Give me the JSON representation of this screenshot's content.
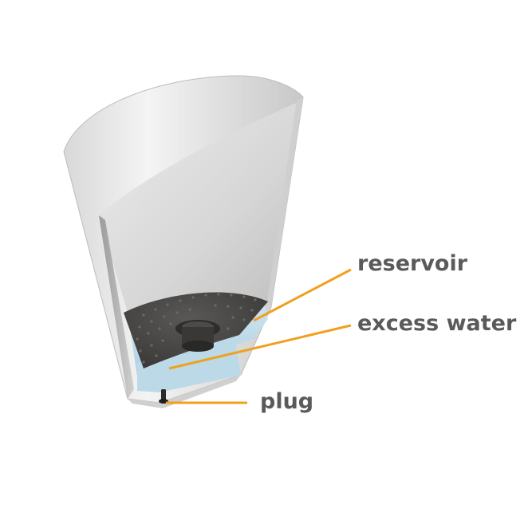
{
  "labels": {
    "reservoir": "reservoir",
    "excess_water": "excess water",
    "plug": "plug"
  },
  "colors": {
    "label_text": "#5a5a5a",
    "leader_line": "#f0a020",
    "water": "#b8d8e8",
    "soil_disc": "#4a4846",
    "pot_shell": "#e6e6e6"
  }
}
